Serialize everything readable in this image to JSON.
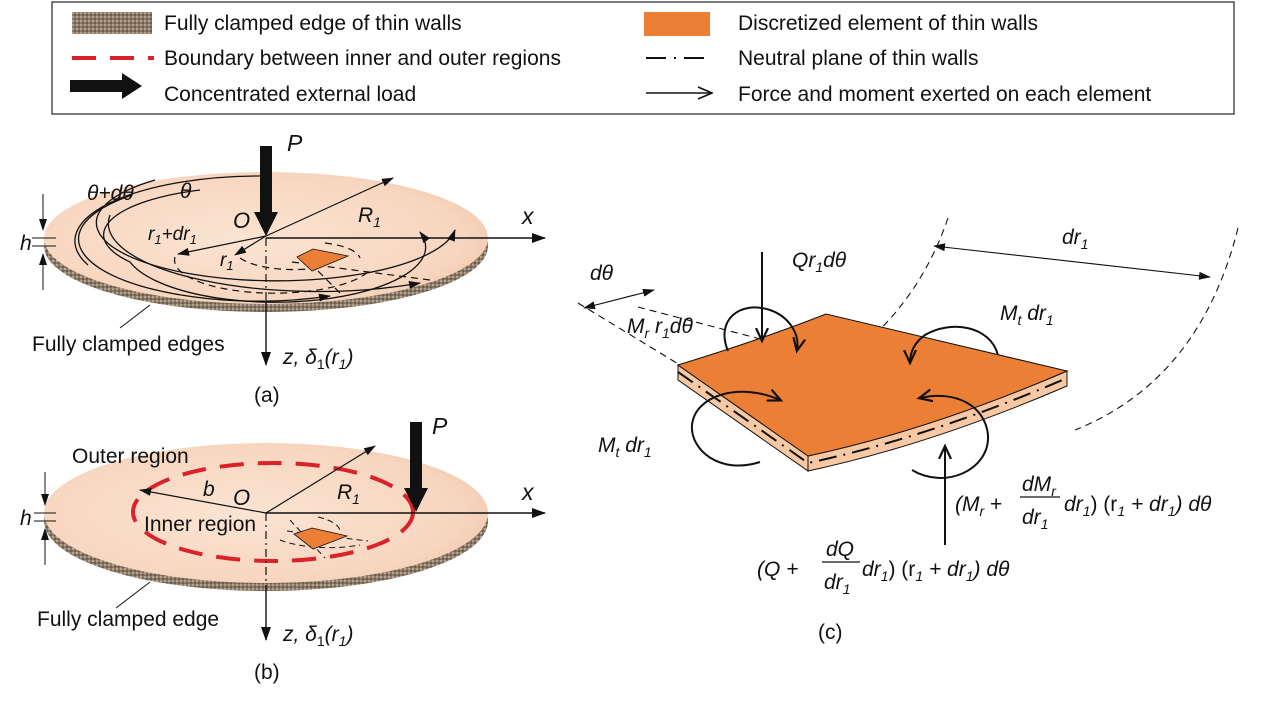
{
  "legend": {
    "items": [
      {
        "key": "clamped",
        "label": "Fully clamped edge of thin walls",
        "symbol": "hatched-brown-swatch"
      },
      {
        "key": "boundary",
        "label": "Boundary between inner and outer regions",
        "symbol": "red-dashed-line"
      },
      {
        "key": "load",
        "label": "Concentrated external load",
        "symbol": "thick-black-arrow"
      },
      {
        "key": "element",
        "label": "Discretized element of thin walls",
        "symbol": "orange-swatch"
      },
      {
        "key": "neutral",
        "label": "Neutral plane of thin walls",
        "symbol": "dash-dot-line"
      },
      {
        "key": "force",
        "label": "Force and moment exerted on each element",
        "symbol": "thin-arrow"
      }
    ]
  },
  "colors": {
    "disk_top": "#f6d2b8",
    "disk_top_light": "#fbe6d6",
    "disk_edge": "#8a7866",
    "element": "#ec7f36",
    "element_side": "#f6c8a4",
    "boundary": "#d9222a",
    "ink": "#111111"
  },
  "panel_a": {
    "caption": "(a)",
    "load": "P",
    "origin": "O",
    "x_axis": "x",
    "z_axis": "z, δ",
    "z_sub": "1",
    "z_arg": "(r",
    "z_arg_sub": "1",
    "z_close": ")",
    "radius": "R",
    "radius_sub": "1",
    "theta": "θ",
    "theta_d": "θ+dθ",
    "r1": "r",
    "r1_sub": "1",
    "r1dr1_a": "r",
    "r1dr1_sub": "1",
    "r1dr1_b": "+dr",
    "r1dr1_sub2": "1",
    "thickness": "h",
    "edge_label": "Fully clamped edges"
  },
  "panel_b": {
    "caption": "(b)",
    "load": "P",
    "origin": "O",
    "x_axis": "x",
    "z_axis": "z, δ",
    "z_sub": "1",
    "z_arg": "(r",
    "z_arg_sub": "1",
    "z_close": ")",
    "radius": "R",
    "radius_sub": "1",
    "inner_radius": "b",
    "thickness": "h",
    "outer_region": "Outer region",
    "inner_region": "Inner region",
    "edge_label": "Fully clamped edge"
  },
  "panel_c": {
    "caption": "(c)",
    "dtheta": "dθ",
    "dr1": "dr",
    "dr1_sub": "1",
    "shear_top": "Qr",
    "shear_top_sub": "1",
    "shear_top_tail": "dθ",
    "mr_a": "M",
    "mr_a_sub": "r",
    "mr_b": " r",
    "mr_b_sub": "1",
    "mr_tail": "dθ",
    "mt_label": "M",
    "mt_sub": "t",
    "mt_tail": " dr",
    "mt_tail_sub": "1",
    "mr_plus_open": "(M",
    "mr_plus_sub": "r",
    "plus": " +",
    "frac_num_mr": "dM",
    "frac_num_mr_sub": "r",
    "frac_den": "dr",
    "frac_den_sub": "1",
    "after_frac": "dr",
    "after_frac_sub": "1",
    "after_frac_close": ") (r",
    "r_sub": "1",
    "plus_dr": " + dr",
    "plus_dr_sub": "1",
    "tail": ") dθ",
    "q_open": "(Q +",
    "frac_num_q": "dQ"
  }
}
